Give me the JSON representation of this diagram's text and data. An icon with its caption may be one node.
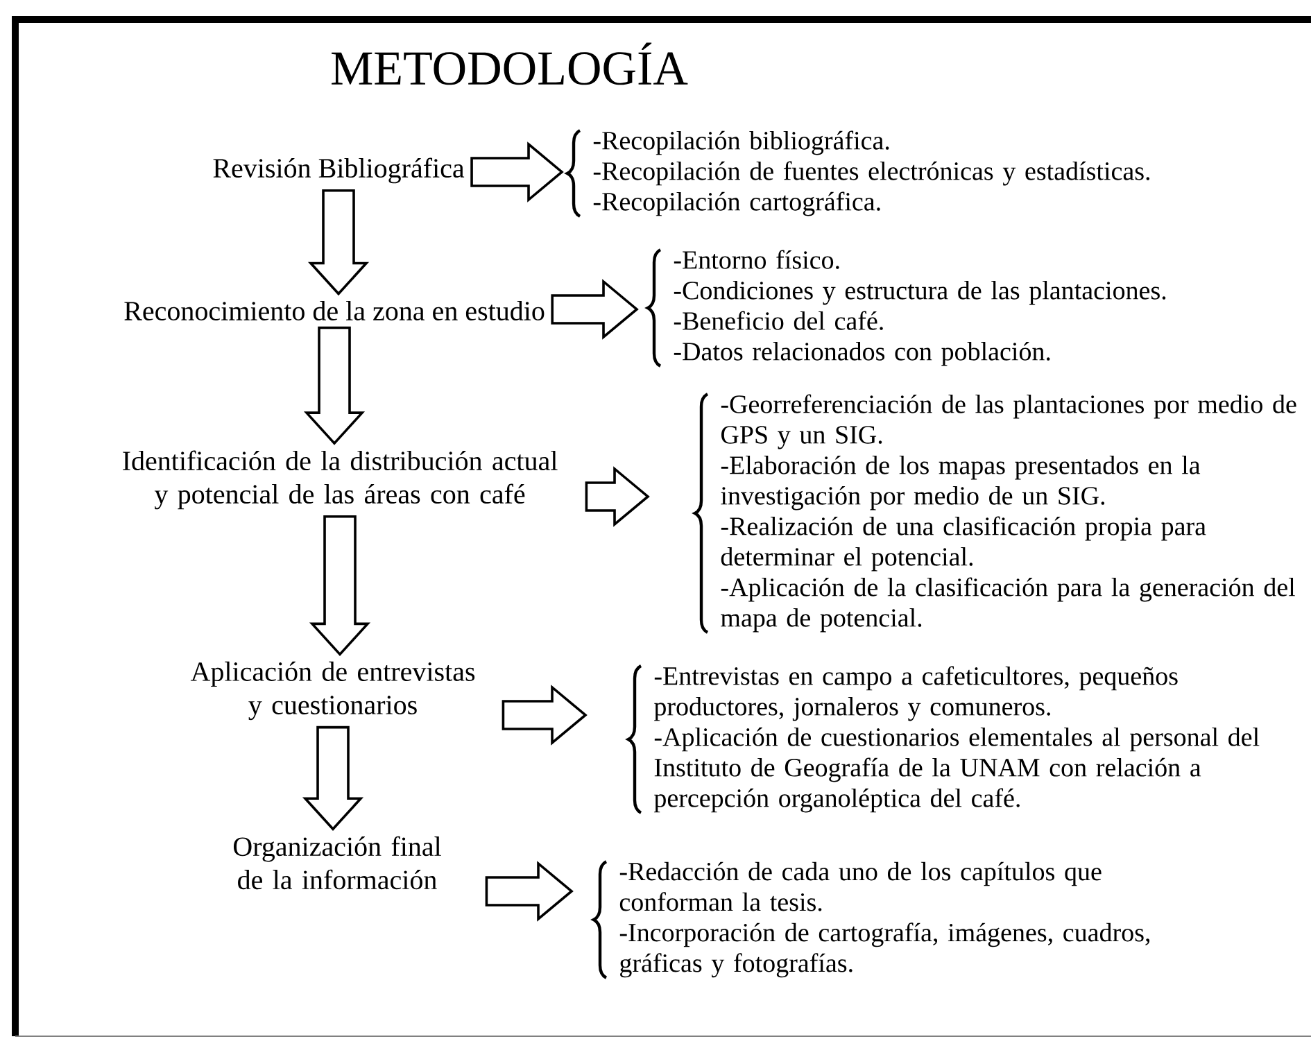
{
  "diagram": {
    "title": "METODOLOGÍA",
    "nodes": [
      {
        "text": [
          "Revisión Bibliográfica"
        ]
      },
      {
        "text": [
          "Reconocimiento de la zona en estudio"
        ]
      },
      {
        "text": [
          "Identificación de la distribución actual y potencial de las áreas con café"
        ]
      },
      {
        "text": [
          "Aplicación de entrevistas y cuestionarios"
        ]
      },
      {
        "text": [
          "Organización final de la información"
        ]
      },
      {
        "text": [
          "-Recopilación bibliográfica.",
          "-Recopilación de fuentes electrónicas y estadísticas.",
          "-Recopilación cartográfica."
        ]
      },
      {
        "text": [
          "-Entorno físico.",
          "-Condiciones y estructura de las plantaciones.",
          "-Beneficio del café.",
          "-Datos relacionados con población."
        ]
      },
      {
        "text": [
          "-Georreferenciación de las plantaciones por medio de GPS y un SIG.",
          "-Elaboración de los mapas presentados en la investigación por medio de un SIG.",
          "-Realización de una clasificación propia para determinar el potencial.",
          "-Aplicación de la clasificación para la generación del mapa de potencial."
        ]
      },
      {
        "text": [
          "-Entrevistas en campo a cafeticultores, pequeños productores, jornaleros y comuneros.",
          "-Aplicación de cuestionarios elementales al personal del Instituto de Geografía de la UNAM con relación a percepción organoléptica del café."
        ]
      },
      {
        "text": [
          "-Redacción de cada uno de los capítulos que conforman la tesis.",
          "-Incorporación de cartografía, imágenes, cuadros, gráficas y fotografías."
        ]
      }
    ],
    "edges": [
      {
        "from": 0,
        "to": 5,
        "arrow": "to"
      },
      {
        "from": 0,
        "to": 1,
        "arrow": "to"
      },
      {
        "from": 1,
        "to": 6,
        "arrow": "to"
      },
      {
        "from": 1,
        "to": 2,
        "arrow": "to"
      },
      {
        "from": 2,
        "to": 7,
        "arrow": "to"
      },
      {
        "from": 2,
        "to": 3,
        "arrow": "to"
      },
      {
        "from": 3,
        "to": 8,
        "arrow": "to"
      },
      {
        "from": 3,
        "to": 4,
        "arrow": "to"
      },
      {
        "from": 4,
        "to": 9,
        "arrow": "to"
      }
    ]
  }
}
